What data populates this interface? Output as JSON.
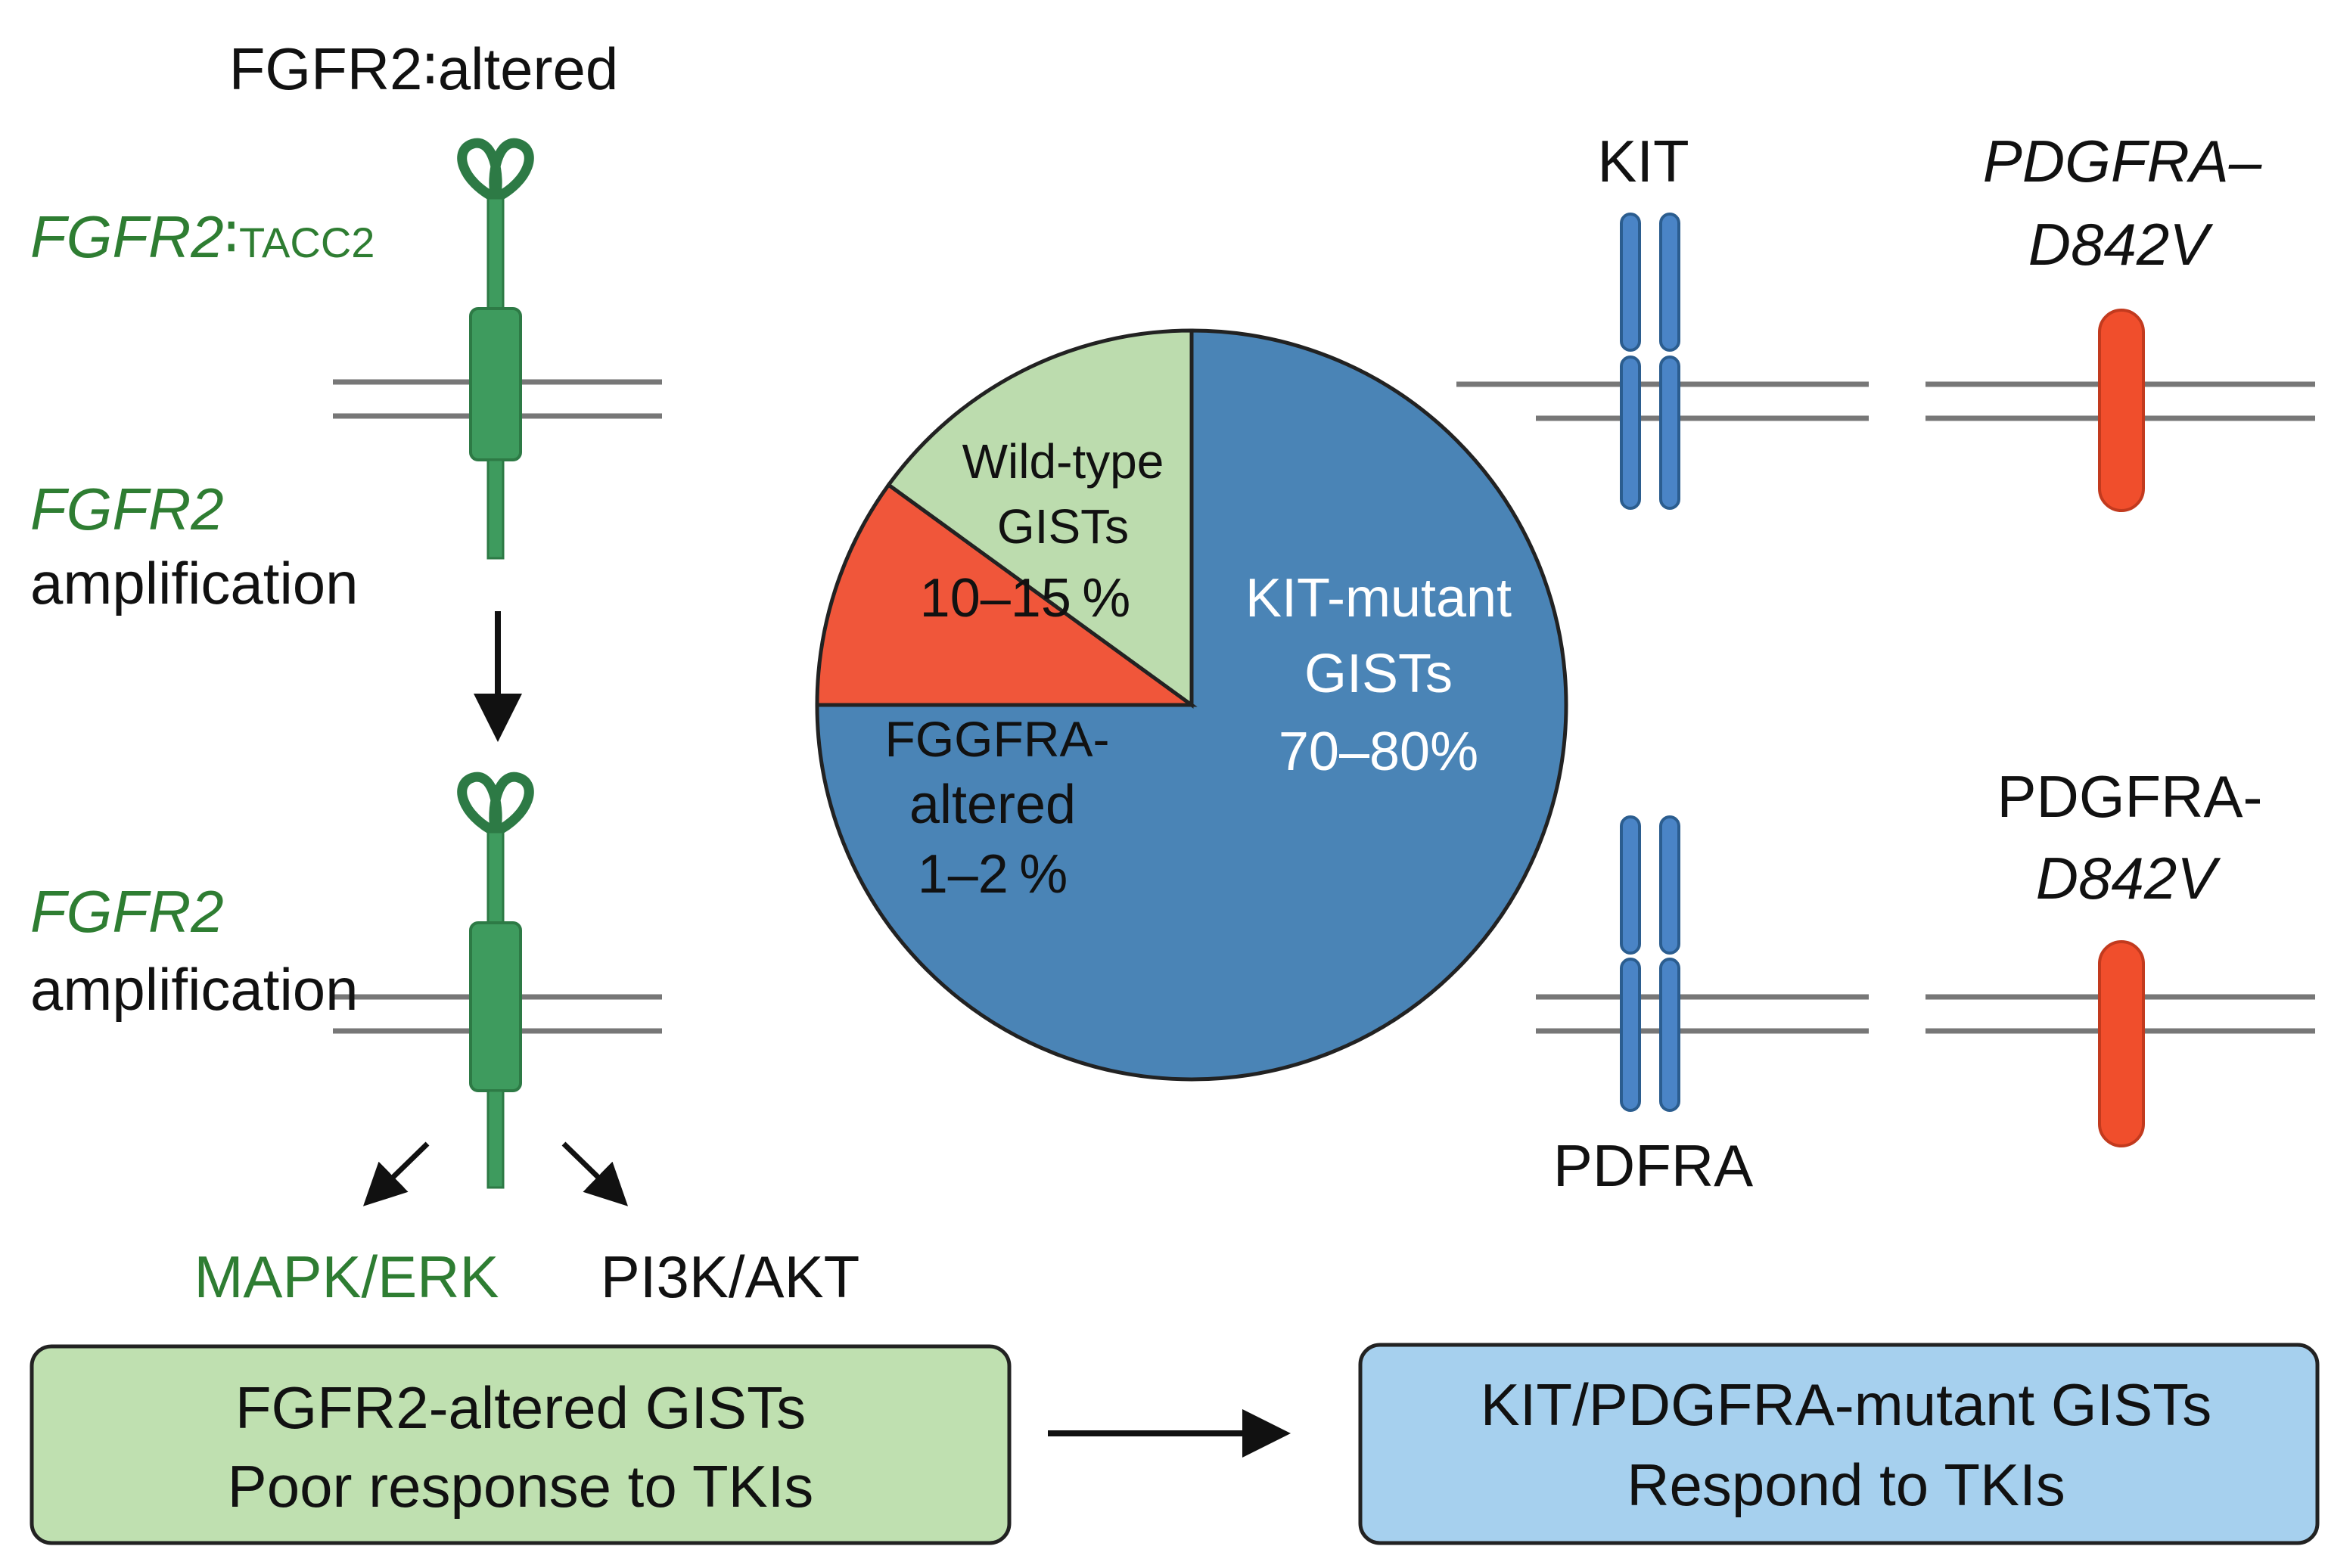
{
  "left_panel": {
    "title": "FGFR2∶altered",
    "fusion_label_gene": "FGFR2",
    "fusion_label_sep": "∶",
    "fusion_label_partner": "TACC2",
    "amp1_gene": "FGFR2",
    "amp1_text": "amplification",
    "amp2_gene": "FGFR2",
    "amp2_text": "amplification",
    "pathway_left": "MAPK/ERK",
    "pathway_right": "PI3K/AKT"
  },
  "chart_data": {
    "type": "pie",
    "slices": [
      {
        "label_lines": [
          "KIT-mutant",
          "GISTs",
          "70–80%"
        ],
        "value": 75,
        "color": "#4a84b6"
      },
      {
        "label_lines": [
          "FGGFRA-",
          "altered",
          "1–2 %"
        ],
        "value": 10,
        "color": "#f0563a"
      },
      {
        "label_lines": [
          "Wild-type",
          "GISTs",
          "10–15 %"
        ],
        "value": 15,
        "color": "#bcdcae"
      }
    ]
  },
  "right_panel": {
    "top_receptor_label": "KIT",
    "top_mutant_line1": "PDGFRA–",
    "top_mutant_line2": "D842V",
    "bottom_receptor_label": "PDFRA",
    "bottom_mutant_line1": "PDGFRA-",
    "bottom_mutant_line2": "D842V"
  },
  "bottom": {
    "left_box_line1": "FGFR2-altered GISTs",
    "left_box_line2": "Poor response to TKIs",
    "right_box_line1": "KIT/PDGFRA-mutant GISTs",
    "right_box_line2": "Respond to TKIs"
  },
  "colors": {
    "receptor_green": "#3e9b5e",
    "kit_blue": "#4a84c6",
    "mutant_red": "#f04e2c",
    "left_box_fill": "#bfe0b0",
    "right_box_fill": "#a6d0ee",
    "membrane": "#777777"
  }
}
